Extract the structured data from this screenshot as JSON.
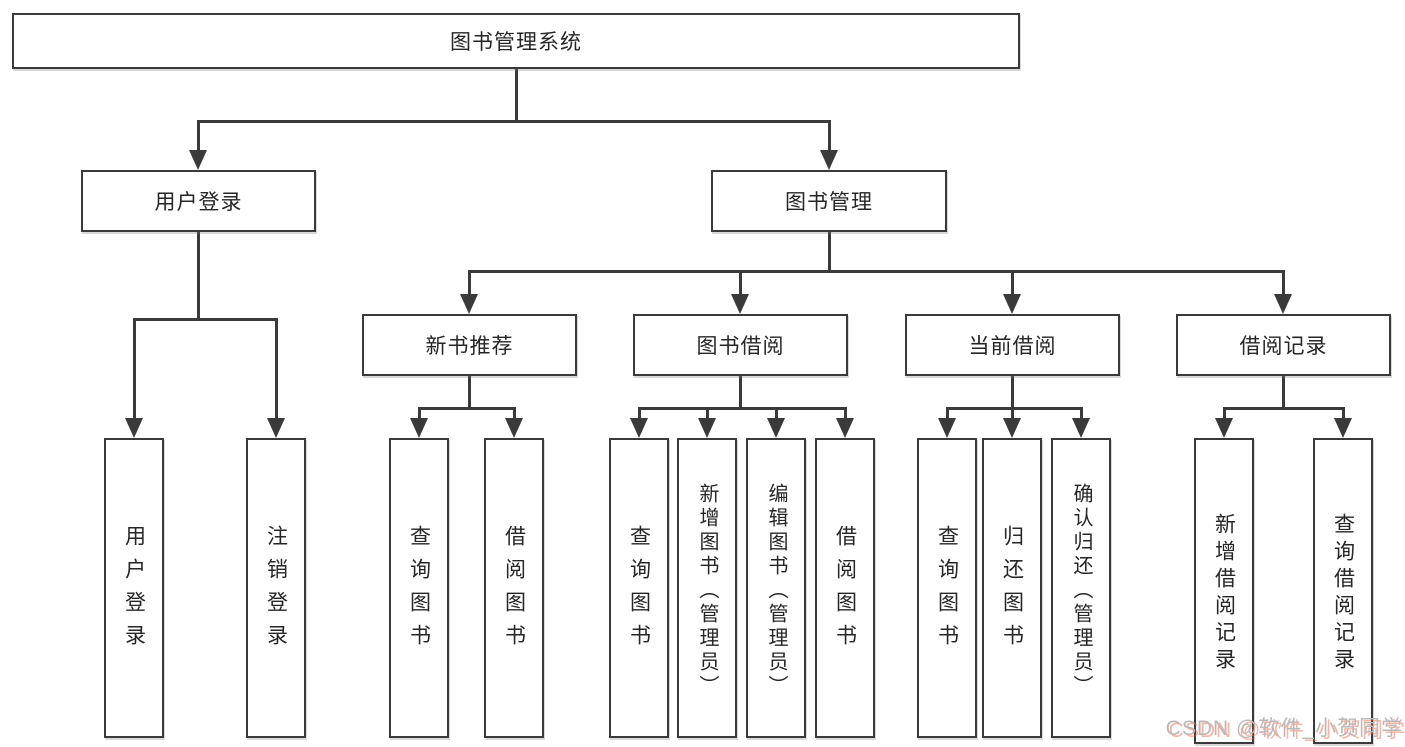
{
  "diagram": {
    "root": {
      "label": "图书管理系统"
    },
    "level1": [
      {
        "label": "用户登录"
      },
      {
        "label": "图书管理"
      }
    ],
    "level2": [
      {
        "label": "新书推荐"
      },
      {
        "label": "图书借阅"
      },
      {
        "label": "当前借阅"
      },
      {
        "label": "借阅记录"
      }
    ],
    "leaves": [
      {
        "label": "用户登录"
      },
      {
        "label": "注销登录"
      },
      {
        "label": "查询图书"
      },
      {
        "label": "借阅图书"
      },
      {
        "label": "查询图书"
      },
      {
        "label": "新增图书（管理员）"
      },
      {
        "label": "编辑图书（管理员）"
      },
      {
        "label": "借阅图书"
      },
      {
        "label": "查询图书"
      },
      {
        "label": "归还图书"
      },
      {
        "label": "确认归还（管理员）"
      },
      {
        "label": "新增借阅记录"
      },
      {
        "label": "查询借阅记录"
      }
    ]
  },
  "watermark": {
    "text": "CSDN @软件_小贺同学"
  },
  "colors": {
    "background": "#ffffff",
    "line": "#3a3a3a",
    "box_border": "#3a3a3a",
    "text": "#262626",
    "watermark_text": "#b9b9b9",
    "watermark_shadow": "#fc5531"
  }
}
